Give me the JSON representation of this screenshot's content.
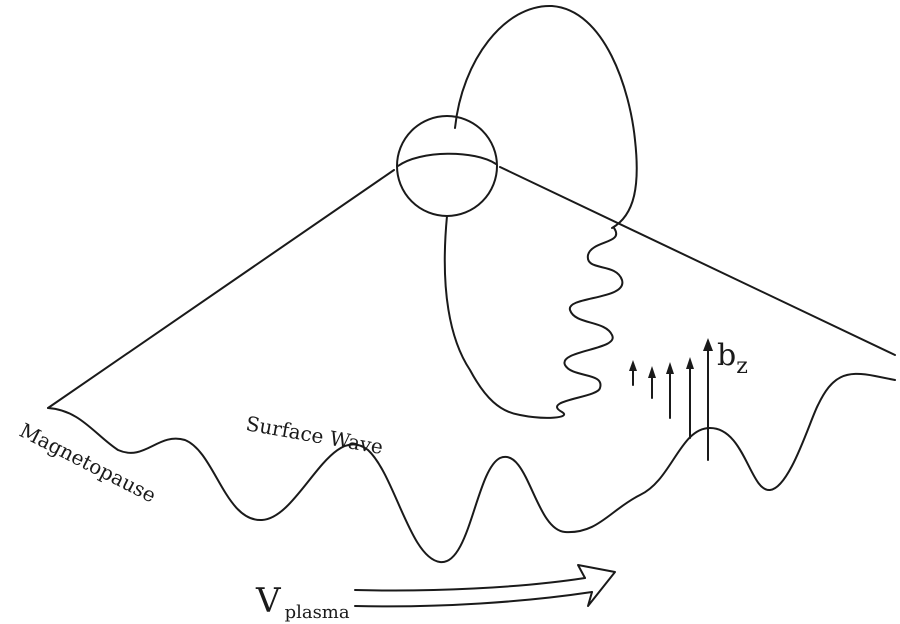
{
  "labels": {
    "magnetopause": "Magnetopause",
    "surface_wave": "Surface Wave",
    "bz_main": "b",
    "bz_sub": "z",
    "v_main": "V",
    "v_sub": "plasma"
  },
  "colors": {
    "ink": "#1a1a1a",
    "background": "#ffffff"
  }
}
